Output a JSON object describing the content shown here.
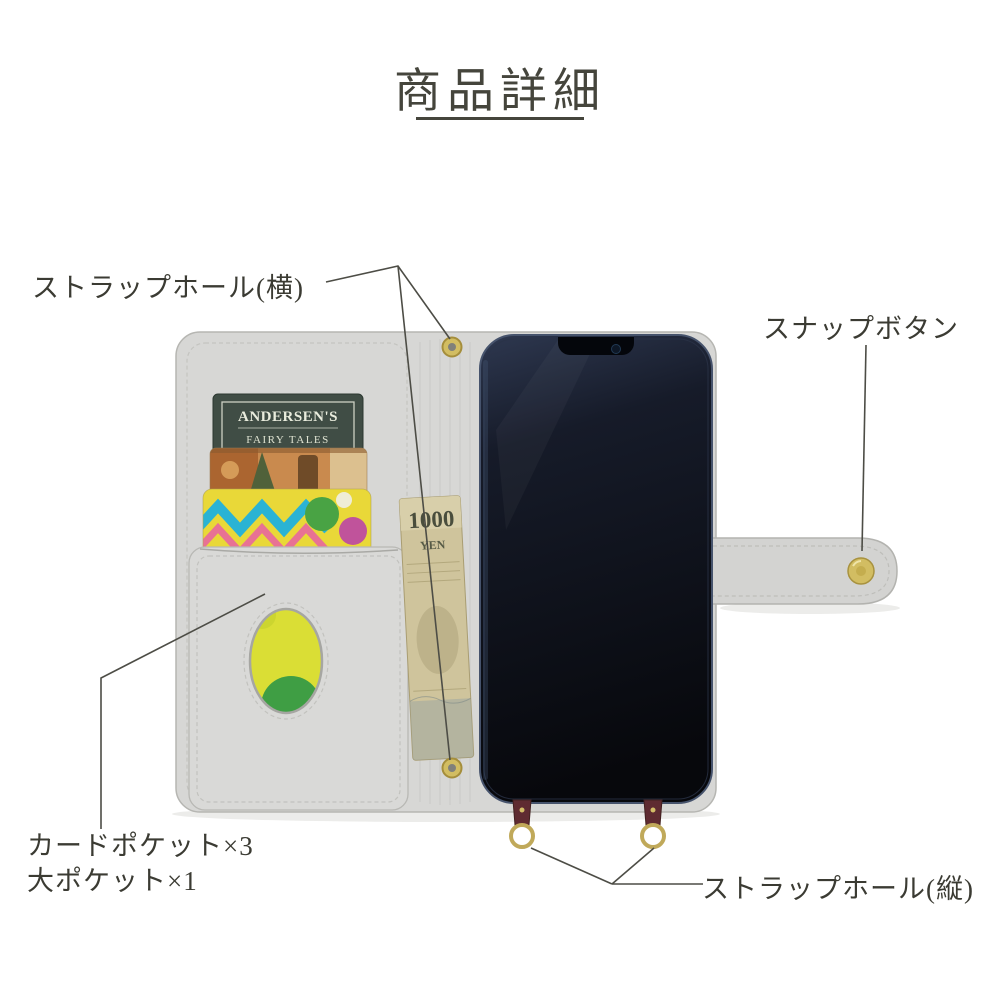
{
  "title": "商品詳細",
  "annotations": {
    "strap_hole_horizontal": "ストラップホール(横)",
    "snap_button": "スナップボタン",
    "card_pockets": "カードポケット×3",
    "large_pocket": "大ポケット×1",
    "strap_hole_vertical": "ストラップホール(縦)"
  },
  "product_photo": {
    "card_title_line1": "ANDERSEN'S",
    "card_title_line2": "FAIRY TALES",
    "banknote_amount": "1000",
    "banknote_currency": "YEN"
  },
  "colors": {
    "heading_text": "#45453c",
    "annotation_text": "#3b3b33",
    "callout_line": "#4d4d46",
    "case_leather": "#d7d7d5",
    "gold_hardware": "#d2bd62",
    "phone_screen": "#0a0d14",
    "banknote": "#cfc49c"
  }
}
